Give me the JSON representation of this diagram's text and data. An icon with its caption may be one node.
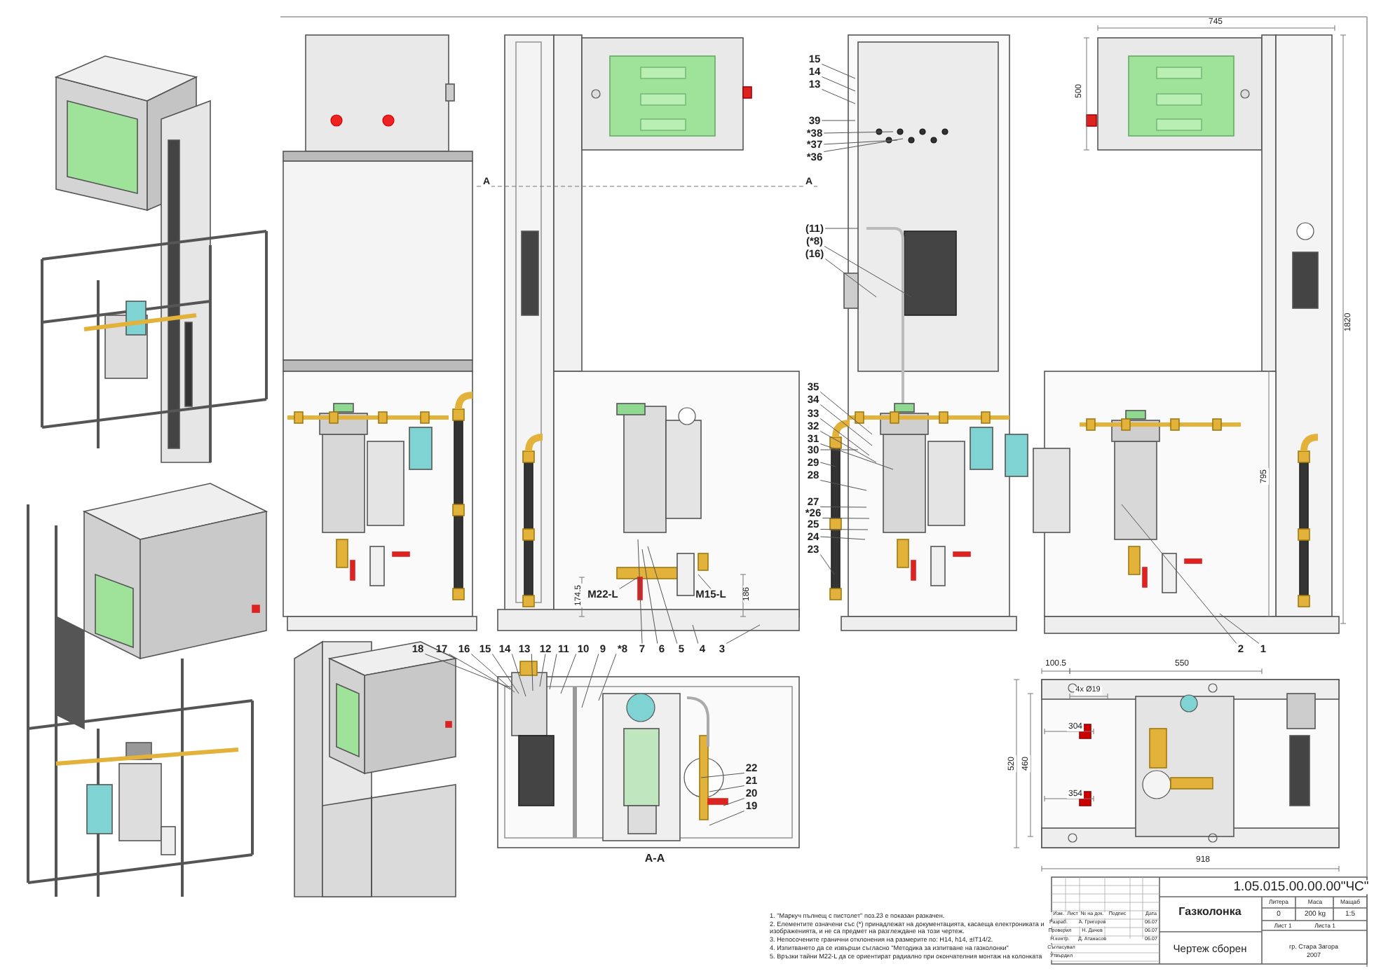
{
  "diagram": {
    "nodes": [
      {
        "text": [
          "15"
        ]
      },
      {
        "text": [
          "14"
        ]
      },
      {
        "text": [
          "13"
        ]
      },
      {
        "text": [
          "39"
        ]
      },
      {
        "text": [
          "*38"
        ]
      },
      {
        "text": [
          "*37"
        ]
      },
      {
        "text": [
          "*36"
        ]
      },
      {
        "text": [
          "(11)"
        ]
      },
      {
        "text": [
          "(*8)"
        ]
      },
      {
        "text": [
          "(16)"
        ]
      },
      {
        "text": [
          "35"
        ]
      },
      {
        "text": [
          "34"
        ]
      },
      {
        "text": [
          "33"
        ]
      },
      {
        "text": [
          "32"
        ]
      },
      {
        "text": [
          "31"
        ]
      },
      {
        "text": [
          "30"
        ]
      },
      {
        "text": [
          "29"
        ]
      },
      {
        "text": [
          "28"
        ]
      },
      {
        "text": [
          "27"
        ]
      },
      {
        "text": [
          "*26"
        ]
      },
      {
        "text": [
          "25"
        ]
      },
      {
        "text": [
          "24"
        ]
      },
      {
        "text": [
          "23"
        ]
      },
      {
        "text": [
          "M22-L"
        ]
      },
      {
        "text": [
          "M15-L"
        ]
      },
      {
        "text": [
          "18"
        ]
      },
      {
        "text": [
          "17"
        ]
      },
      {
        "text": [
          "16"
        ]
      },
      {
        "text": [
          "15"
        ]
      },
      {
        "text": [
          "14"
        ]
      },
      {
        "text": [
          "13"
        ]
      },
      {
        "text": [
          "12"
        ]
      },
      {
        "text": [
          "11"
        ]
      },
      {
        "text": [
          "10"
        ]
      },
      {
        "text": [
          "9"
        ]
      },
      {
        "text": [
          "*8"
        ]
      },
      {
        "text": [
          "7"
        ]
      },
      {
        "text": [
          "6"
        ]
      },
      {
        "text": [
          "5"
        ]
      },
      {
        "text": [
          "4"
        ]
      },
      {
        "text": [
          "3"
        ]
      },
      {
        "text": [
          "2"
        ]
      },
      {
        "text": [
          "1"
        ]
      },
      {
        "text": [
          "22"
        ]
      },
      {
        "text": [
          "21"
        ]
      },
      {
        "text": [
          "20"
        ]
      },
      {
        "text": [
          "19"
        ]
      }
    ],
    "edges": [
      {
        "from": 0,
        "to": null,
        "arrow": "none"
      },
      {
        "from": 1,
        "to": null,
        "arrow": "none"
      },
      {
        "from": 2,
        "to": null,
        "arrow": "none"
      },
      {
        "from": 3,
        "to": null,
        "arrow": "none"
      },
      {
        "from": 4,
        "to": null,
        "arrow": "none"
      },
      {
        "from": 5,
        "to": null,
        "arrow": "none"
      },
      {
        "from": 6,
        "to": null,
        "arrow": "none"
      },
      {
        "from": 7,
        "to": null,
        "arrow": "none"
      },
      {
        "from": 8,
        "to": null,
        "arrow": "none"
      },
      {
        "from": 9,
        "to": null,
        "arrow": "none"
      },
      {
        "from": 10,
        "to": null,
        "arrow": "none"
      },
      {
        "from": 11,
        "to": null,
        "arrow": "none"
      },
      {
        "from": 12,
        "to": null,
        "arrow": "none"
      },
      {
        "from": 13,
        "to": null,
        "arrow": "none"
      },
      {
        "from": 14,
        "to": null,
        "arrow": "none"
      },
      {
        "from": 15,
        "to": null,
        "arrow": "none"
      },
      {
        "from": 16,
        "to": null,
        "arrow": "none"
      },
      {
        "from": 17,
        "to": null,
        "arrow": "none"
      },
      {
        "from": 18,
        "to": null,
        "arrow": "none"
      },
      {
        "from": 19,
        "to": null,
        "arrow": "none"
      },
      {
        "from": 20,
        "to": null,
        "arrow": "none"
      },
      {
        "from": 21,
        "to": null,
        "arrow": "none"
      },
      {
        "from": 22,
        "to": null,
        "arrow": "none"
      },
      {
        "from": 23,
        "to": null,
        "arrow": "none"
      },
      {
        "from": 24,
        "to": null,
        "arrow": "none"
      },
      {
        "from": 25,
        "to": null,
        "arrow": "none"
      },
      {
        "from": 26,
        "to": null,
        "arrow": "none"
      },
      {
        "from": 27,
        "to": null,
        "arrow": "none"
      },
      {
        "from": 28,
        "to": null,
        "arrow": "none"
      },
      {
        "from": 29,
        "to": null,
        "arrow": "none"
      },
      {
        "from": 30,
        "to": null,
        "arrow": "none"
      },
      {
        "from": 31,
        "to": null,
        "arrow": "none"
      },
      {
        "from": 32,
        "to": null,
        "arrow": "none"
      },
      {
        "from": 33,
        "to": null,
        "arrow": "none"
      },
      {
        "from": 34,
        "to": null,
        "arrow": "none"
      },
      {
        "from": 35,
        "to": null,
        "arrow": "none"
      },
      {
        "from": 36,
        "to": null,
        "arrow": "none"
      },
      {
        "from": 37,
        "to": null,
        "arrow": "none"
      },
      {
        "from": 38,
        "to": null,
        "arrow": "none"
      },
      {
        "from": 39,
        "to": null,
        "arrow": "none"
      },
      {
        "from": 40,
        "to": null,
        "arrow": "none"
      },
      {
        "from": 41,
        "to": null,
        "arrow": "none"
      },
      {
        "from": 42,
        "to": null,
        "arrow": "none"
      },
      {
        "from": 43,
        "to": null,
        "arrow": "none"
      },
      {
        "from": 44,
        "to": null,
        "arrow": "none"
      },
      {
        "from": 45,
        "to": null,
        "arrow": "none"
      },
      {
        "from": 46,
        "to": null,
        "arrow": "none"
      }
    ],
    "labels": [
      "745",
      "500",
      "A",
      "A",
      "1820",
      "795",
      "174.5",
      "186",
      "100.5",
      "550",
      "4x Ø19",
      "304",
      "520",
      "460",
      "354",
      "A-A",
      "918",
      "1.   \"Маркуч пълнещ с пистолет\" поз.23 е показан разкачен.",
      "2.   Елементите означени със (*) принадлежат на документацията, касаеща електрониката и изображенията, и не са предмет на разглеждане на този чертеж.",
      "3.   Непосочените гранични отклонения на размерите по: H14, h14, ±IT14/2.",
      "4.   Изпитването да се извърши съгласно \"Методика за изпитване на газколонки\"",
      "5.   Връзки тайни M22-L да се ориентират радиално при окончателния монтаж на колонката",
      "1.05.015.00.00.00\"ЧС\"",
      "Газколонка",
      "Чертеж сборен",
      "Литера",
      "Маса",
      "Мащаб",
      "0",
      "200 kg",
      "1:5",
      "Лист 1",
      "Листа 1",
      "Изм.",
      "Лист",
      "№ на док.",
      "Подпис",
      "Дата",
      "Разраб.",
      "А. Григоров",
      "06.07",
      "Проверил",
      "Н. Дачев",
      "06.07",
      "Н.контр.",
      "Д. Атанасов",
      "06.07",
      "Съгласувал",
      "Утвърдил",
      "гр. Стара Загора",
      "2007"
    ]
  }
}
